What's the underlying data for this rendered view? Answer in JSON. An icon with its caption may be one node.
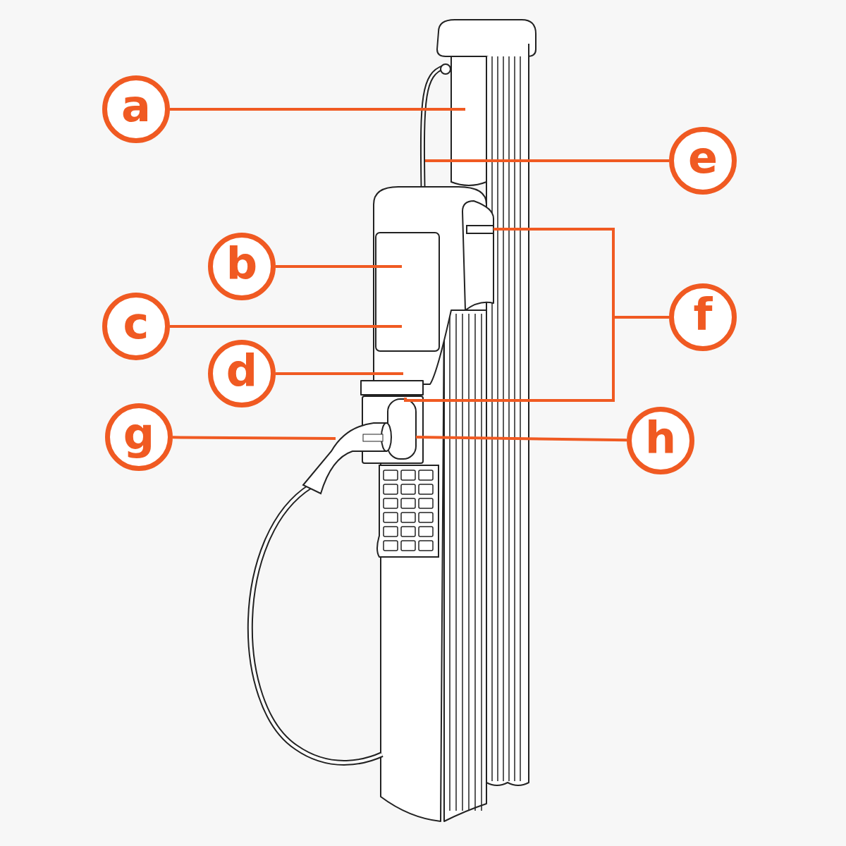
{
  "diagram": {
    "nodes": [
      {
        "text": [
          "a"
        ]
      },
      {
        "text": [
          "b"
        ]
      },
      {
        "text": [
          "c"
        ]
      },
      {
        "text": [
          "d"
        ]
      },
      {
        "text": [
          "e"
        ]
      },
      {
        "text": [
          "f"
        ]
      },
      {
        "text": [
          "g"
        ]
      },
      {
        "text": [
          "h"
        ]
      },
      {
        "text": [],
        "shape": "bar"
      },
      {
        "text": [],
        "shape": "box"
      },
      {
        "text": [],
        "shape": "cable"
      },
      {
        "text": [],
        "shape": "box"
      },
      {
        "text": [],
        "shape": "box"
      },
      {
        "text": [],
        "shape": "box",
        "in": 12
      },
      {
        "text": [],
        "shape": "plug"
      }
    ],
    "edges": [
      {
        "from": 0,
        "to": 8,
        "arrow": "none"
      },
      {
        "from": 1,
        "to": 9,
        "arrow": "none"
      },
      {
        "from": 2,
        "to": 9,
        "arrow": "none"
      },
      {
        "from": 3,
        "to": null,
        "arrow": "none"
      },
      {
        "from": 4,
        "to": 10,
        "arrow": "none"
      },
      {
        "from": 5,
        "to": 11,
        "arrow": "none"
      },
      {
        "from": 5,
        "to": 12,
        "arrow": "none"
      },
      {
        "from": 6,
        "to": 14,
        "arrow": "none"
      },
      {
        "from": 7,
        "to": 13,
        "arrow": "none"
      }
    ]
  }
}
